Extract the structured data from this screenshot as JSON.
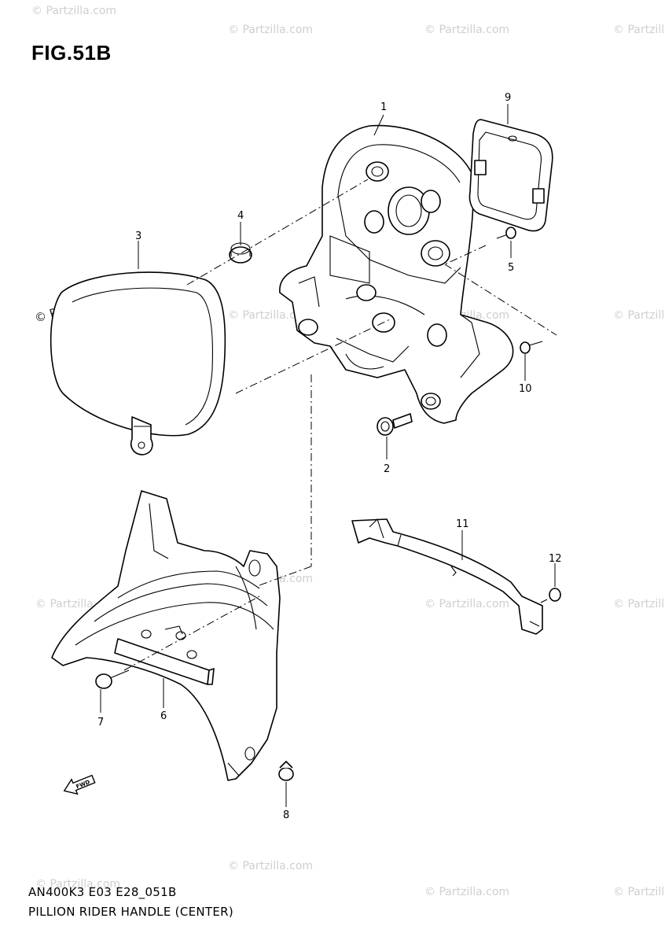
{
  "figure": {
    "title": "FIG.51B",
    "code": "AN400K3 E03 E28_051B",
    "caption": "PILLION RIDER HANDLE (CENTER)"
  },
  "watermarks": {
    "text": "© Partzilla.com",
    "color": "#cfcfcf"
  },
  "callouts": [
    {
      "id": "part-1",
      "label": "1"
    },
    {
      "id": "part-2",
      "label": "2"
    },
    {
      "id": "part-3",
      "label": "3"
    },
    {
      "id": "part-4",
      "label": "4"
    },
    {
      "id": "part-5",
      "label": "5"
    },
    {
      "id": "part-6",
      "label": "6"
    },
    {
      "id": "part-7",
      "label": "7"
    },
    {
      "id": "part-8",
      "label": "8"
    },
    {
      "id": "part-9",
      "label": "9"
    },
    {
      "id": "part-10",
      "label": "10"
    },
    {
      "id": "part-11",
      "label": "11"
    },
    {
      "id": "part-12",
      "label": "12"
    }
  ],
  "direction_arrow": {
    "label": "FWD",
    "icon": "forward-arrow-icon"
  }
}
